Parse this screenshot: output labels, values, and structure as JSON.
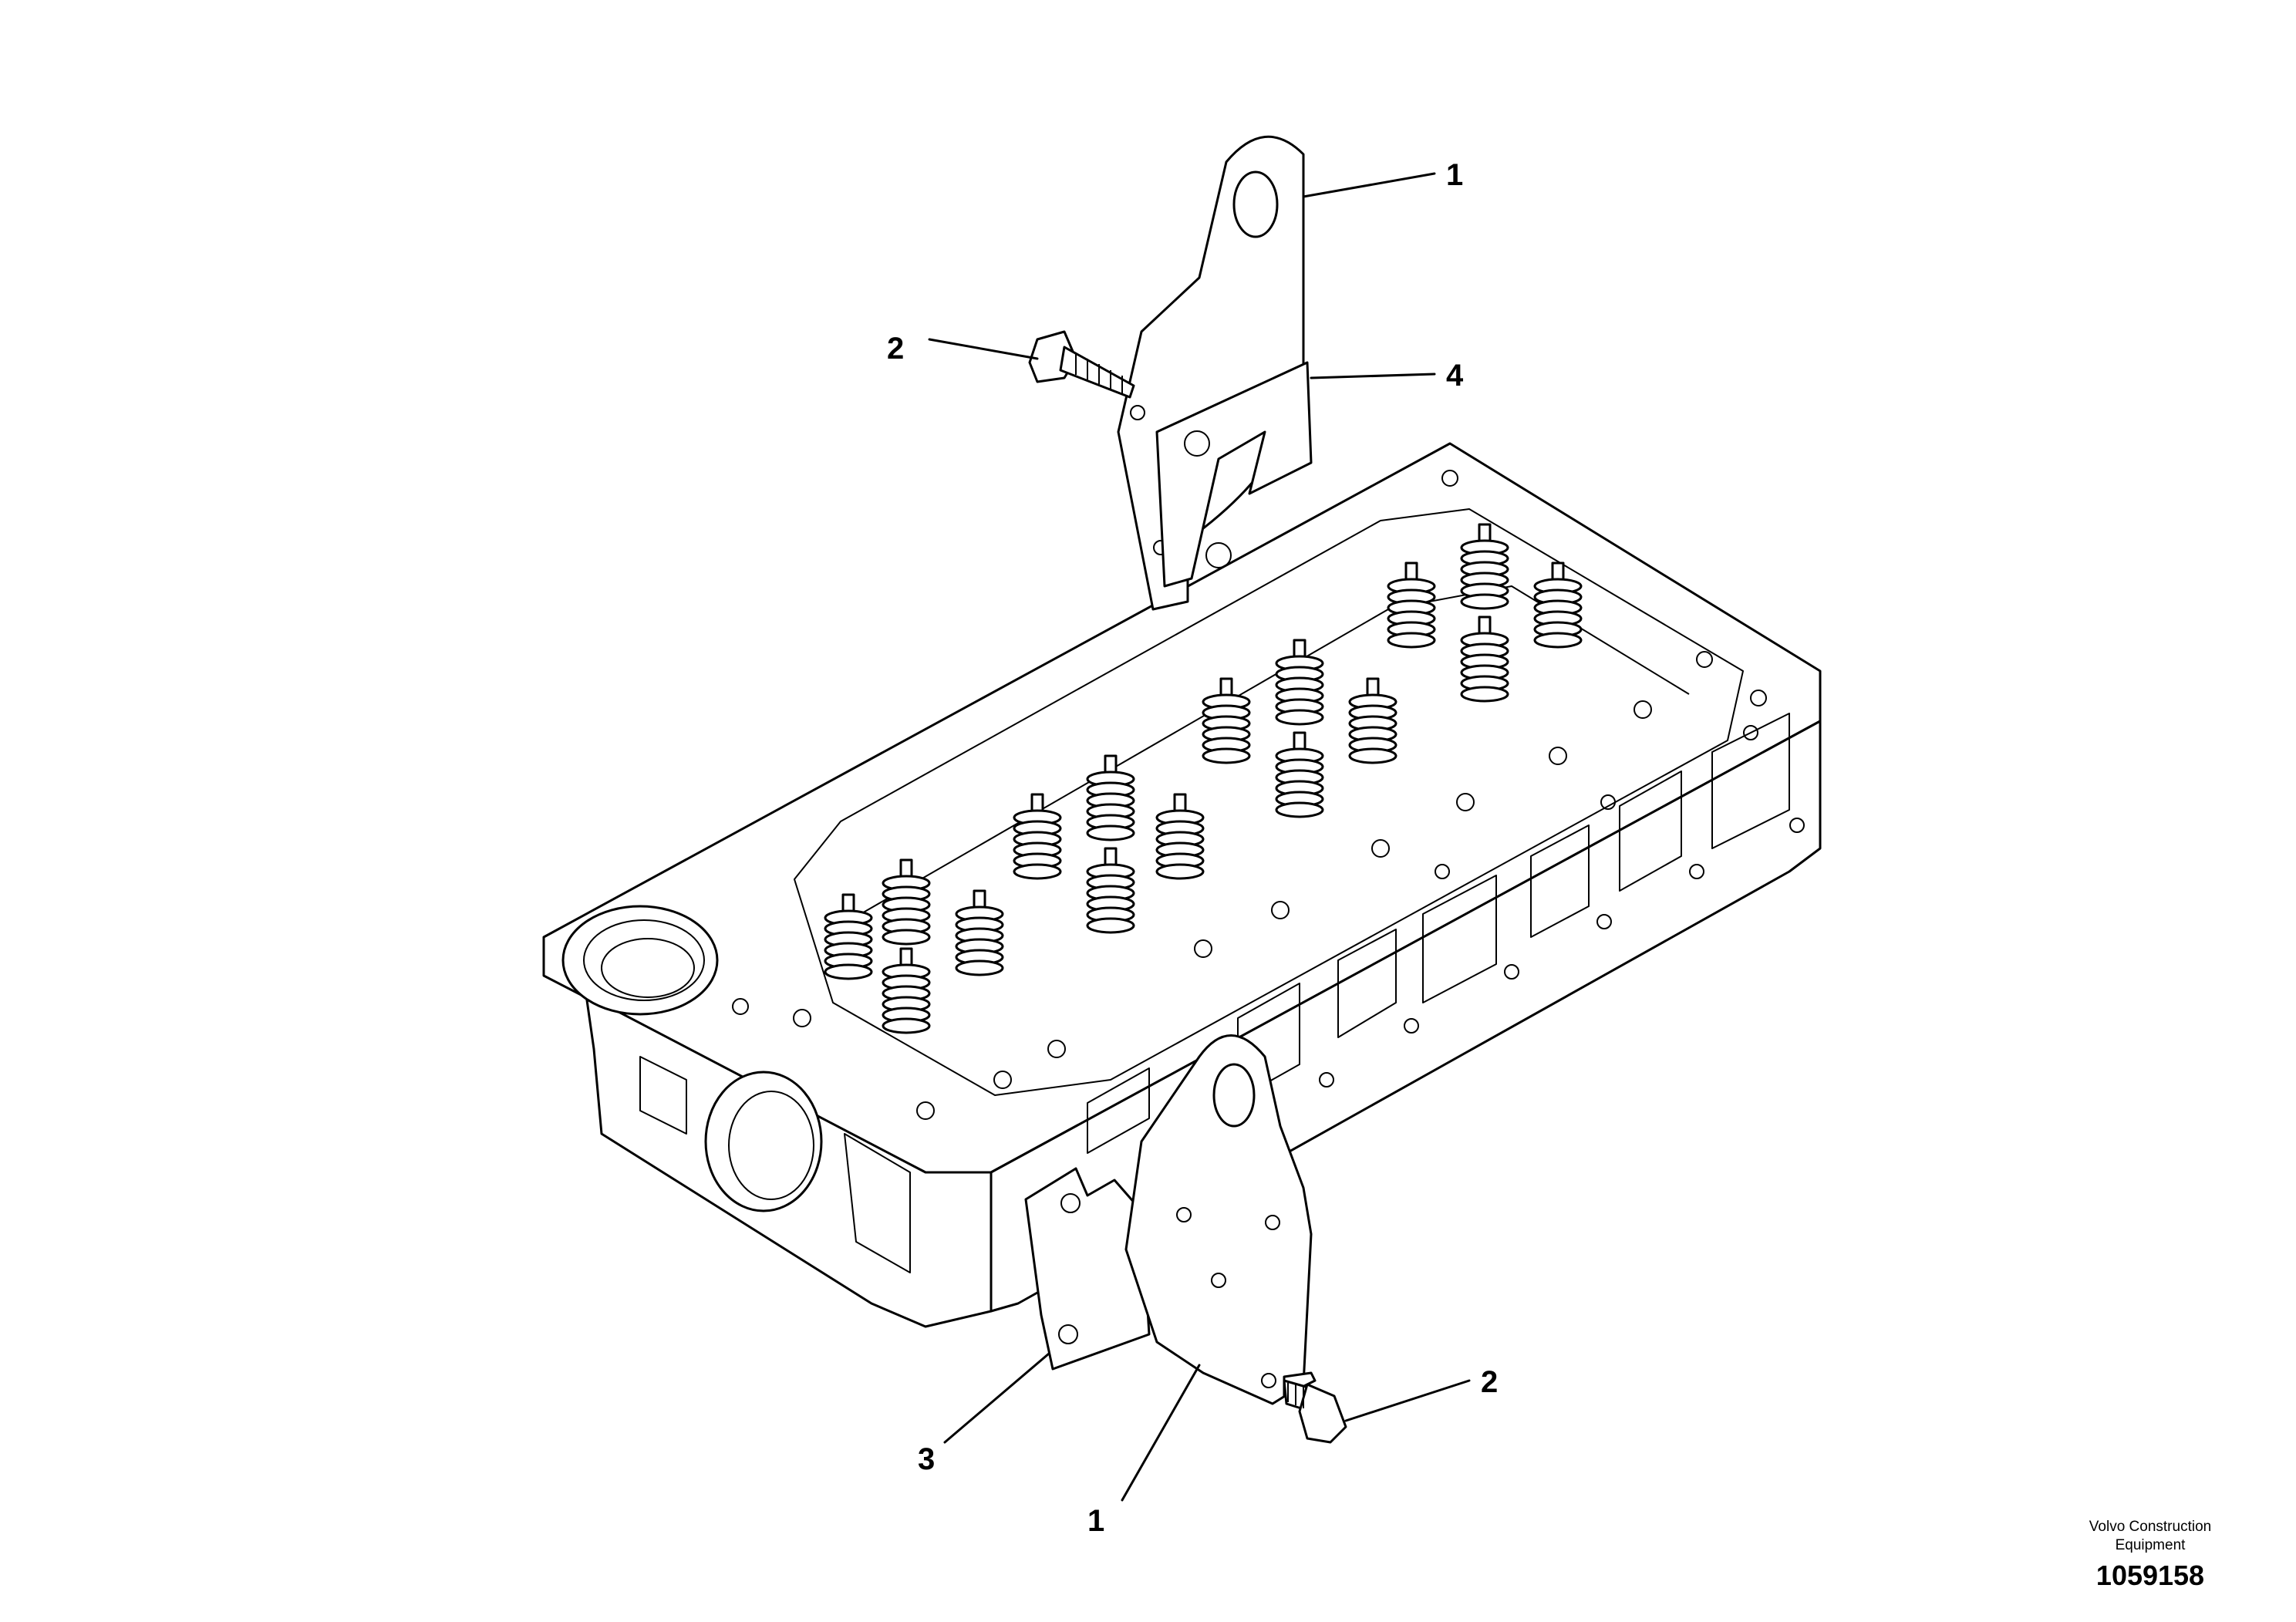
{
  "callouts": {
    "top_bracket": "1",
    "top_bolt": "2",
    "top_gasket": "4",
    "bottom_gasket": "3",
    "bottom_bracket": "1",
    "bottom_bolt": "2"
  },
  "title_block": {
    "company_line1": "Volvo Construction",
    "company_line2": "Equipment",
    "drawing_number": "1059158"
  }
}
